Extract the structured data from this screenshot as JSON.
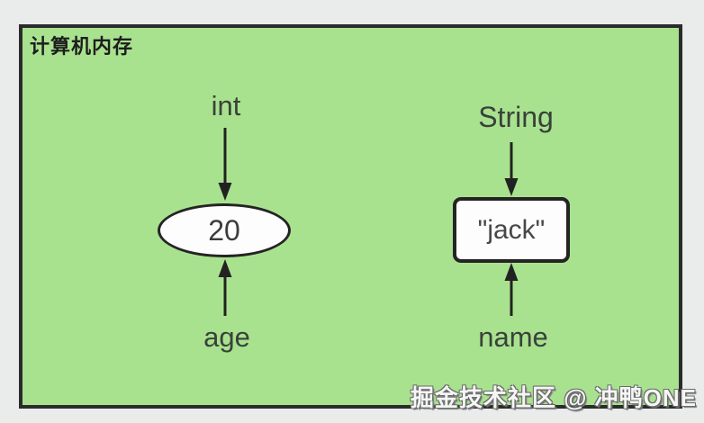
{
  "memory_box": {
    "title": "计算机内存"
  },
  "diagram": {
    "variables": [
      {
        "type_label": "int",
        "value": "20",
        "var_label": "age",
        "shape": "ellipse"
      },
      {
        "type_label": "String",
        "value": "\"jack\"",
        "var_label": "name",
        "shape": "rectangle"
      }
    ]
  },
  "watermark": "掘金技术社区 @ 冲鸭ONE",
  "colors": {
    "page_background": "#e9eceb",
    "box_fill": "#a9e28f",
    "box_border": "#2b2b2b",
    "node_fill": "#fdfdfd",
    "arrow": "#222222",
    "label_text": "#39423a",
    "watermark_text": "#f6f6f6"
  }
}
